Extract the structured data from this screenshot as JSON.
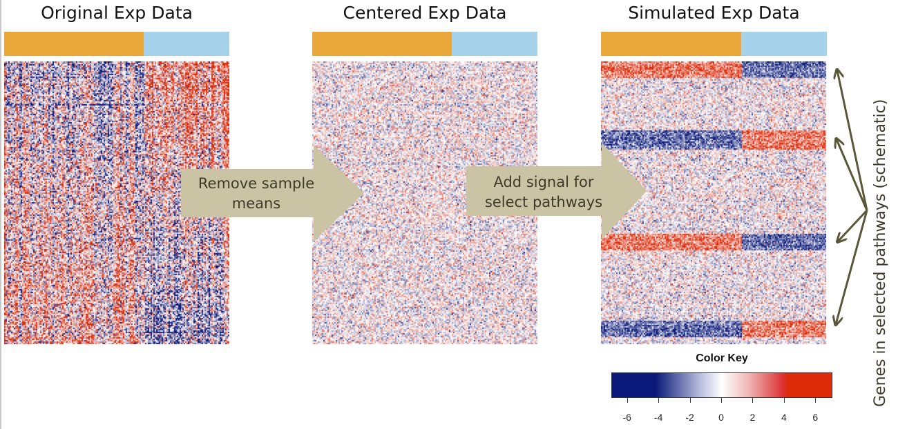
{
  "panels": [
    {
      "title": "Original Exp Data",
      "state": "original",
      "group_split": 0.62
    },
    {
      "title": "Centered Exp Data",
      "state": "centered",
      "group_split": 0.62
    },
    {
      "title": "Simulated Exp Data",
      "state": "simulated",
      "group_split": 0.62
    }
  ],
  "group_colors": {
    "group1": "#eba83a",
    "group2": "#a6d2ec"
  },
  "steps": [
    {
      "label_line1": "Remove sample",
      "label_line2": "means"
    },
    {
      "label_line1": "Add signal for",
      "label_line2": "select pathways"
    }
  ],
  "annotation": "Genes in selected pathways (schematic)",
  "pathway_blocks": [
    {
      "rows_from": 0.0,
      "rows_to": 0.055,
      "group1_sign": "up",
      "group2_sign": "down"
    },
    {
      "rows_from": 0.24,
      "rows_to": 0.31,
      "group1_sign": "down",
      "group2_sign": "up"
    },
    {
      "rows_from": 0.605,
      "rows_to": 0.665,
      "group1_sign": "up",
      "group2_sign": "down"
    },
    {
      "rows_from": 0.915,
      "rows_to": 0.975,
      "group1_sign": "down",
      "group2_sign": "up"
    }
  ],
  "color_key": {
    "title": "Color Key",
    "range": [
      -7,
      7
    ],
    "ticks": [
      "-6",
      "-4",
      "-2",
      "0",
      "2",
      "4",
      "6"
    ],
    "tick_values": [
      -6,
      -4,
      -2,
      0,
      2,
      4,
      6
    ],
    "colors": {
      "low": "#0b1a7a",
      "mid": "#ffffff",
      "high": "#dd2a08"
    }
  },
  "arrow_color": "#cac4a4",
  "annotation_color": "#5a5638"
}
